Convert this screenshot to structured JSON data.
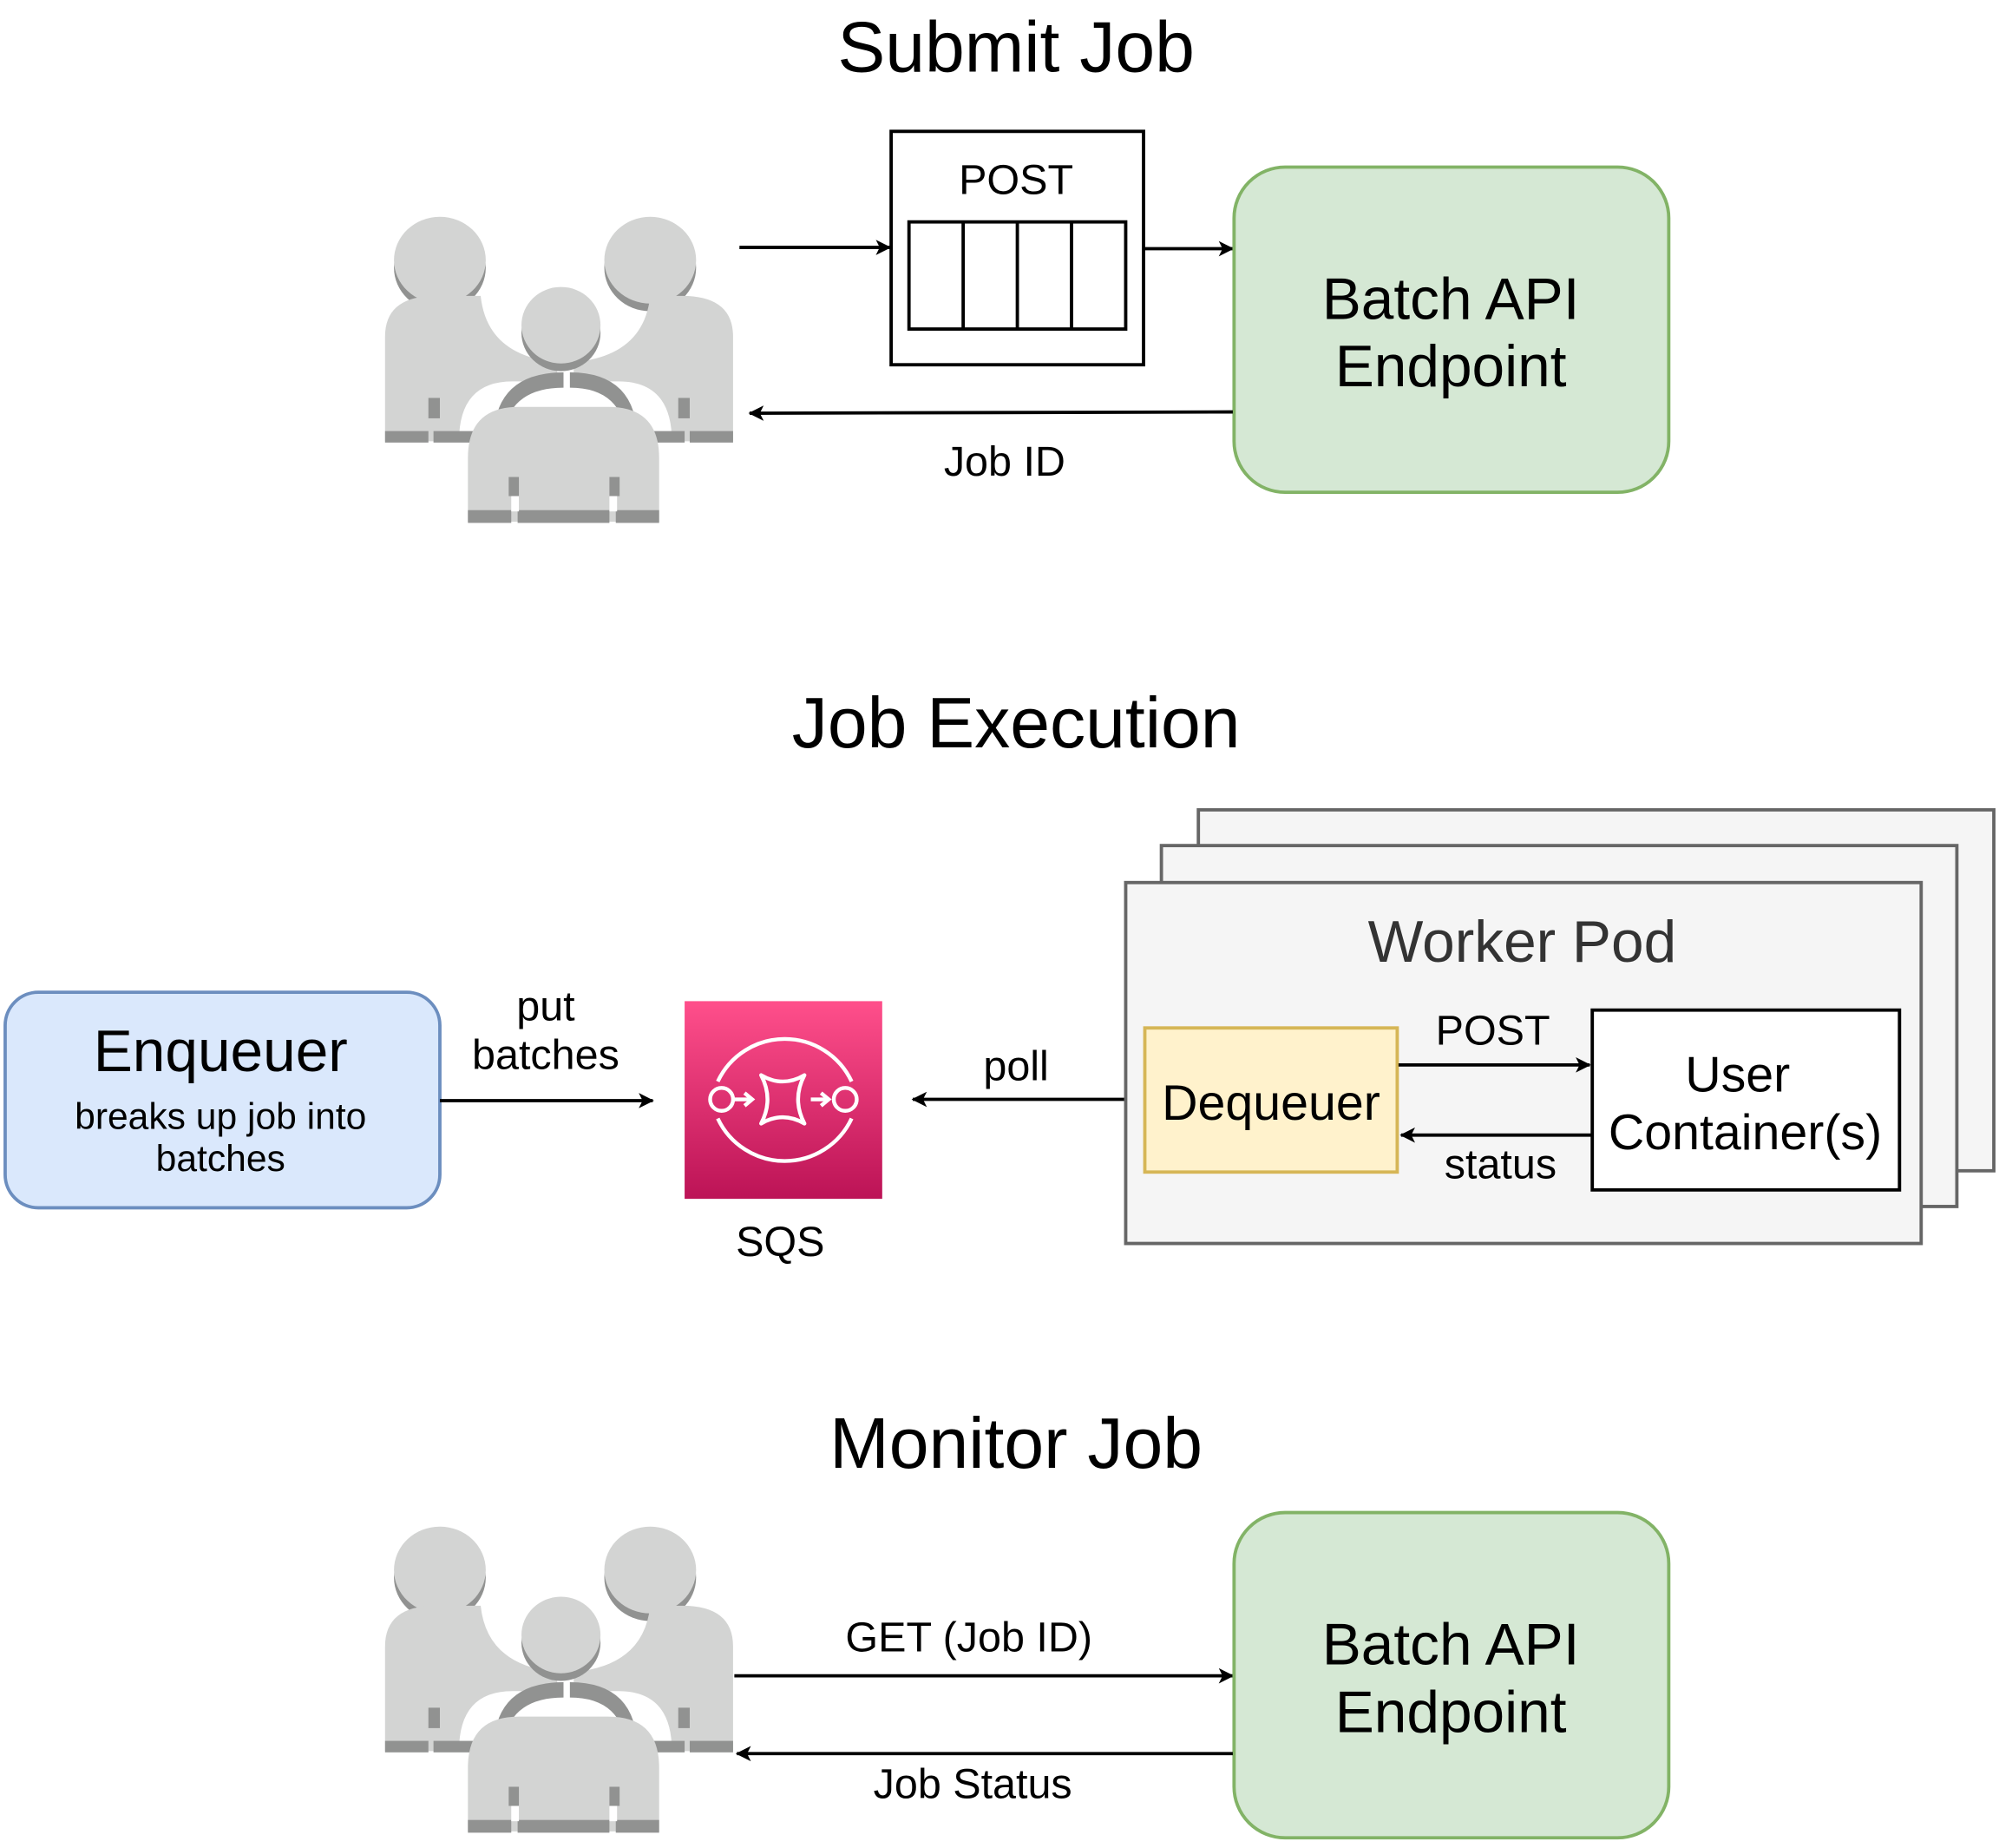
{
  "sections": {
    "submit": {
      "title": "Submit Job",
      "post_box_label": "POST",
      "endpoint_lines": [
        "Batch API",
        "Endpoint"
      ],
      "return_label": "Job ID",
      "users_icon": "users-group-icon"
    },
    "execution": {
      "title": "Job Execution",
      "enqueuer_title": "Enqueuer",
      "enqueuer_desc_lines": [
        "breaks up job into",
        "batches"
      ],
      "put_label_lines": [
        "put",
        "batches"
      ],
      "sqs_label": "SQS",
      "sqs_icon": "aws-sqs-icon",
      "poll_label": "poll",
      "worker_pod_title": "Worker Pod",
      "dequeuer_label": "Dequeuer",
      "post_label": "POST",
      "status_label": "status",
      "user_container_lines": [
        "User",
        "Container(s)"
      ]
    },
    "monitor": {
      "title": "Monitor Job",
      "get_label": "GET (Job ID)",
      "return_label": "Job Status",
      "endpoint_lines": [
        "Batch API",
        "Endpoint"
      ],
      "users_icon": "users-group-icon"
    }
  },
  "colors": {
    "endpoint_fill": "#d5e8d4",
    "endpoint_stroke": "#82b366",
    "enqueuer_fill": "#dae8fc",
    "enqueuer_stroke": "#6c8ebf",
    "dequeuer_fill": "#fff2cc",
    "dequeuer_stroke": "#d6b656",
    "pod_fill": "#f5f5f5",
    "pod_stroke": "#666666",
    "sqs_top": "#ff4f8b",
    "sqs_bottom": "#bc1356",
    "user_light": "#d3d4d3",
    "user_dark": "#919291"
  }
}
